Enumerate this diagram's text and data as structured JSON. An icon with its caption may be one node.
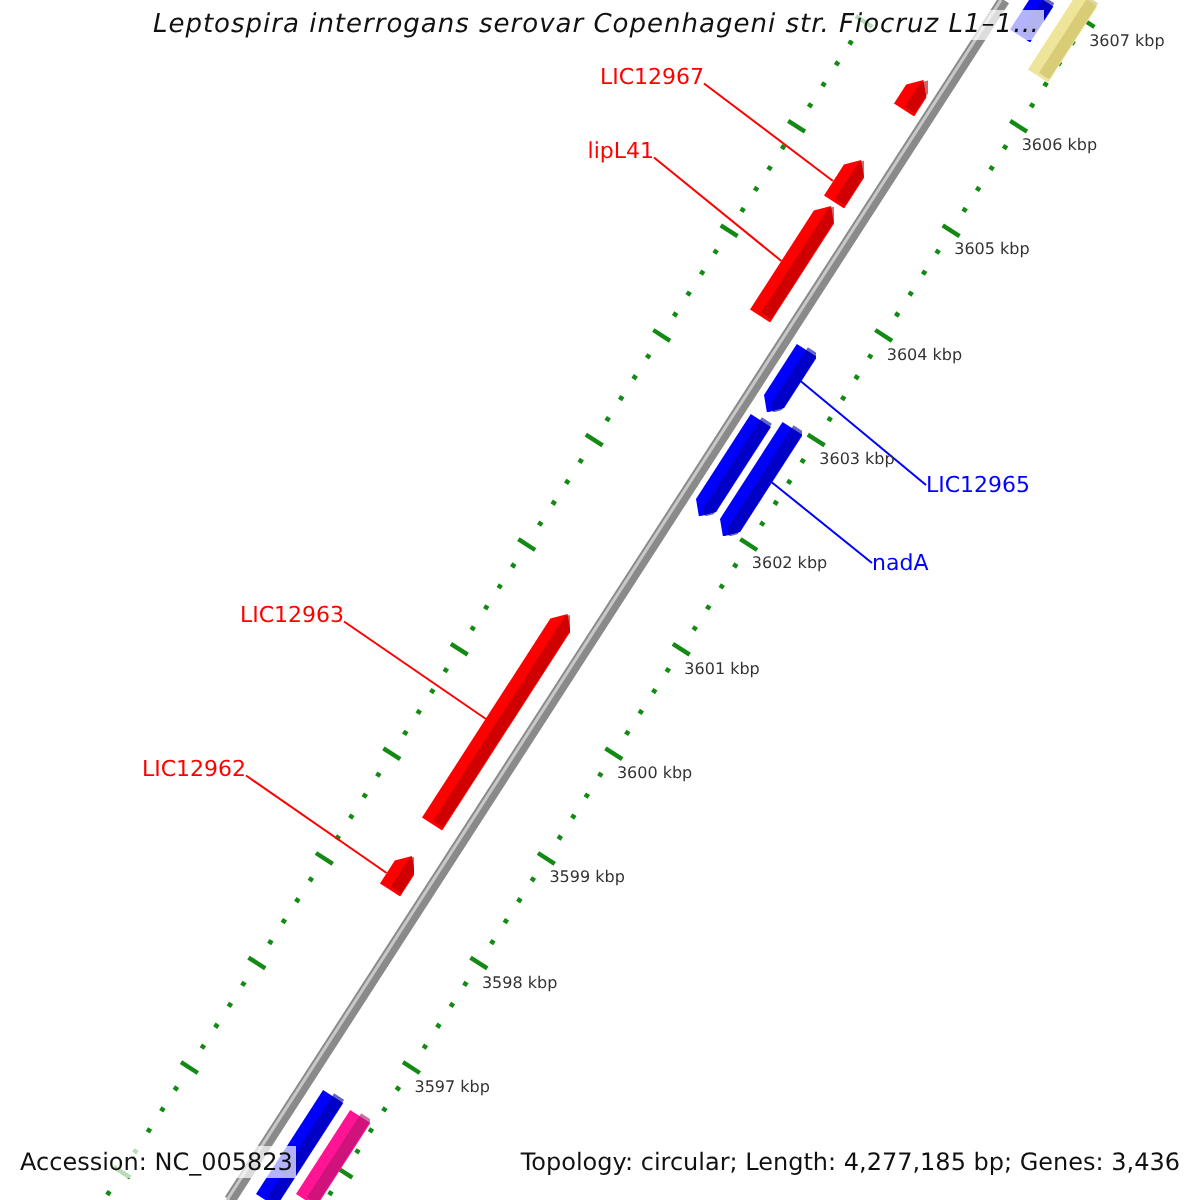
{
  "diagram": {
    "title": "Leptospira interrogans serovar Copenhageni str. Fiocruz L1–1…",
    "nodes": [
      {
        "text": [
          "LIC12967"
        ]
      },
      {
        "text": [
          "lipL41"
        ]
      },
      {
        "text": [
          "LIC12965"
        ]
      },
      {
        "text": [
          "nadA"
        ]
      },
      {
        "text": [
          "LIC12963"
        ]
      },
      {
        "text": [
          "LIC12962"
        ]
      },
      {
        "text": [],
        "shape": "bar"
      },
      {
        "text": [],
        "shape": "bar"
      },
      {
        "text": [],
        "shape": "bar"
      },
      {
        "text": [],
        "shape": "bar"
      },
      {
        "text": [],
        "shape": "bar"
      },
      {
        "text": [],
        "shape": "bar"
      },
      {
        "text": [],
        "shape": "bar"
      },
      {
        "text": [],
        "shape": "bar"
      },
      {
        "text": [],
        "shape": "bar"
      },
      {
        "text": [],
        "shape": "bar"
      },
      {
        "text": [],
        "shape": "bar"
      },
      {
        "text": [],
        "shape": "bar"
      }
    ],
    "edges": [
      {
        "from": 0,
        "to": 9,
        "arrow": "none"
      },
      {
        "from": 1,
        "to": 10,
        "arrow": "none"
      },
      {
        "from": 2,
        "to": 11,
        "arrow": "none",
        "color": "#0000ff"
      },
      {
        "from": 3,
        "to": 13,
        "arrow": "none",
        "color": "#0000ff"
      },
      {
        "from": 4,
        "to": 14,
        "arrow": "none"
      },
      {
        "from": 5,
        "to": 15,
        "arrow": "none"
      }
    ],
    "labels": [
      "3607 kbp",
      "3606 kbp",
      "3605 kbp",
      "3604 kbp",
      "3603 kbp",
      "3602 kbp",
      "3601 kbp",
      "3600 kbp",
      "3599 kbp",
      "3598 kbp",
      "3597 kbp",
      "Accession: NC_005823",
      "Topology: circular; Length: 4,277,185 bp; Genes: 3,436"
    ]
  }
}
